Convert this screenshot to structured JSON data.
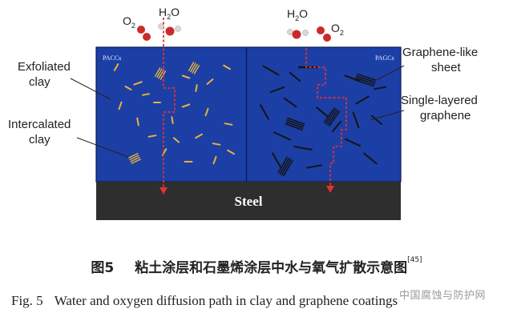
{
  "panels": {
    "left_label": "PACCs",
    "right_label": "PAGCs",
    "substrate_label": "Steel"
  },
  "molecules": {
    "left_o2": "O",
    "left_o2_sub": "2",
    "left_h2o": "H",
    "left_h2o_sub": "2",
    "left_h2o_tail": "O",
    "right_h2o": "H",
    "right_h2o_sub": "2",
    "right_h2o_tail": "O",
    "right_o2": "O",
    "right_o2_sub": "2"
  },
  "callouts": {
    "exfoliated_clay_1": "Exfoliated",
    "exfoliated_clay_2": "clay",
    "intercalated_clay_1": "Intercalated",
    "intercalated_clay_2": "clay",
    "graphene_like_1": "Graphene-like",
    "graphene_like_2": "sheet",
    "single_layered_1": "Single-layered",
    "single_layered_2": "graphene"
  },
  "caption": {
    "cn_fig": "图5",
    "cn_text": "粘土涂层和石墨烯涂层中水与氧气扩散示意图",
    "cn_ref": "[45]",
    "en_fig": "Fig. 5",
    "en_text": "Water and oxygen diffusion path in clay and graphene coatings"
  },
  "watermark": "中国腐蚀与防护网",
  "colors": {
    "coating_blue": "#1c3fa6",
    "steel": "#2e2e2e",
    "clay": "#e8b43a",
    "graphene": "#141414",
    "path": "#e23232",
    "oxygen": "#cc2a2a",
    "hydrogen": "#d8d8d8"
  }
}
